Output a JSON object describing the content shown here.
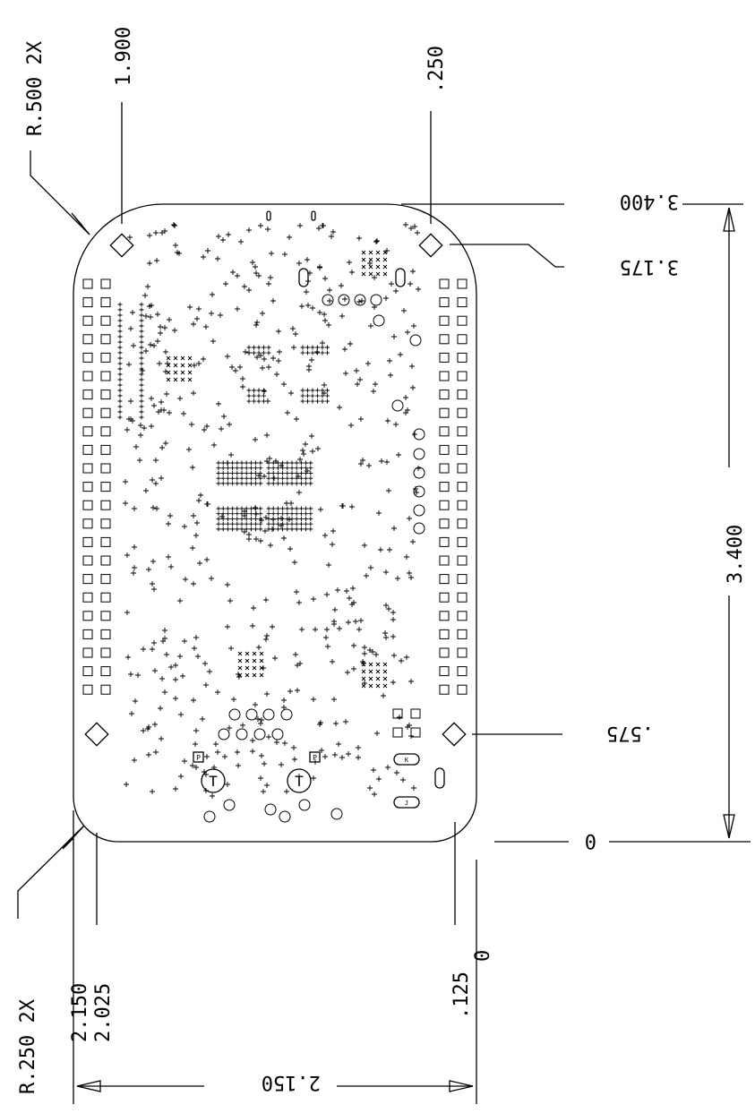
{
  "drawing": {
    "stroke_color": "#000000",
    "background_color": "#ffffff",
    "labels": {
      "r500": "R.500 2X",
      "x1900": "1.900",
      "x250": ".250",
      "y3400_top": "3.400",
      "y3175": "3.175",
      "y3400_side": "3.400",
      "y575": ".575",
      "y0": "0",
      "r250": "R.250 2X",
      "x2150": "2.150",
      "x2025": "2.025",
      "x125": ".125",
      "x0": "0",
      "width2150": "2.150"
    },
    "silkscreen": {
      "test_point_label": "T",
      "p_label": "P",
      "k_label": "K",
      "j_label": "J"
    }
  }
}
